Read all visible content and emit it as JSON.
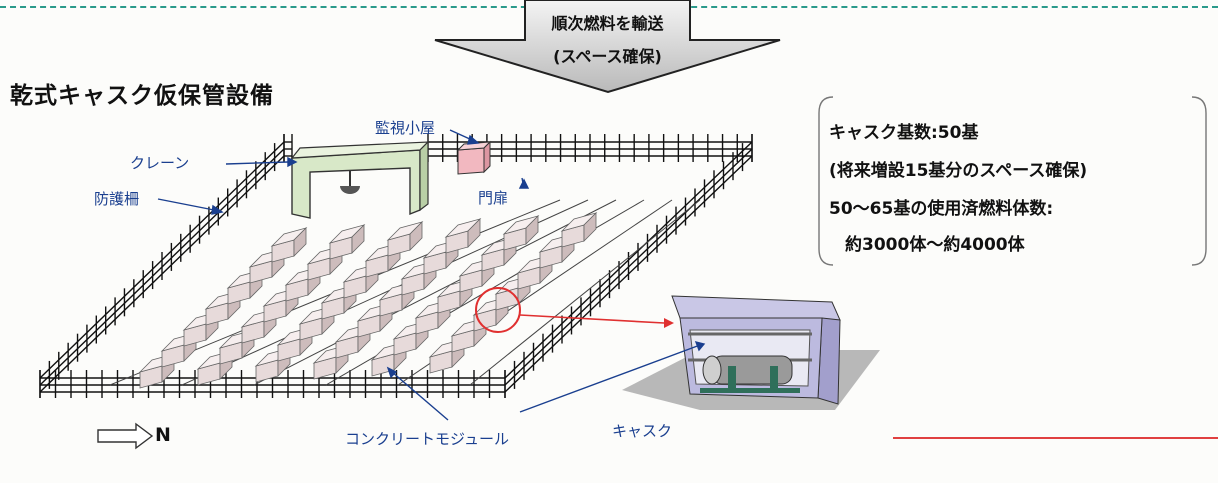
{
  "banner": {
    "line1": "順次燃料を輸送",
    "line2": "(スペース確保)"
  },
  "title": "乾式キャスク仮保管設備",
  "labels": {
    "crane": "クレーン",
    "fence": "防護柵",
    "monitoring_hut": "監視小屋",
    "gate": "門扉",
    "concrete_module": "コンクリートモジュール",
    "cask": "キャスク",
    "north": "N"
  },
  "info": {
    "line1": "キャスク基数:50基",
    "line2": "(将来増設15基分のスペース確保)",
    "line3": "50～65基の使用済燃料体数:",
    "line4": "約3000体～約4000体"
  },
  "colors": {
    "dashed_line": "#2a9a8a",
    "label_blue": "#1a3f8f",
    "callout_red": "#e03030",
    "crane_green": "#d8e8c8",
    "module_pink": "#f0e2e2",
    "hut_pink": "#f2b8c0",
    "cask_room_lavender": "#a9a6d2"
  }
}
